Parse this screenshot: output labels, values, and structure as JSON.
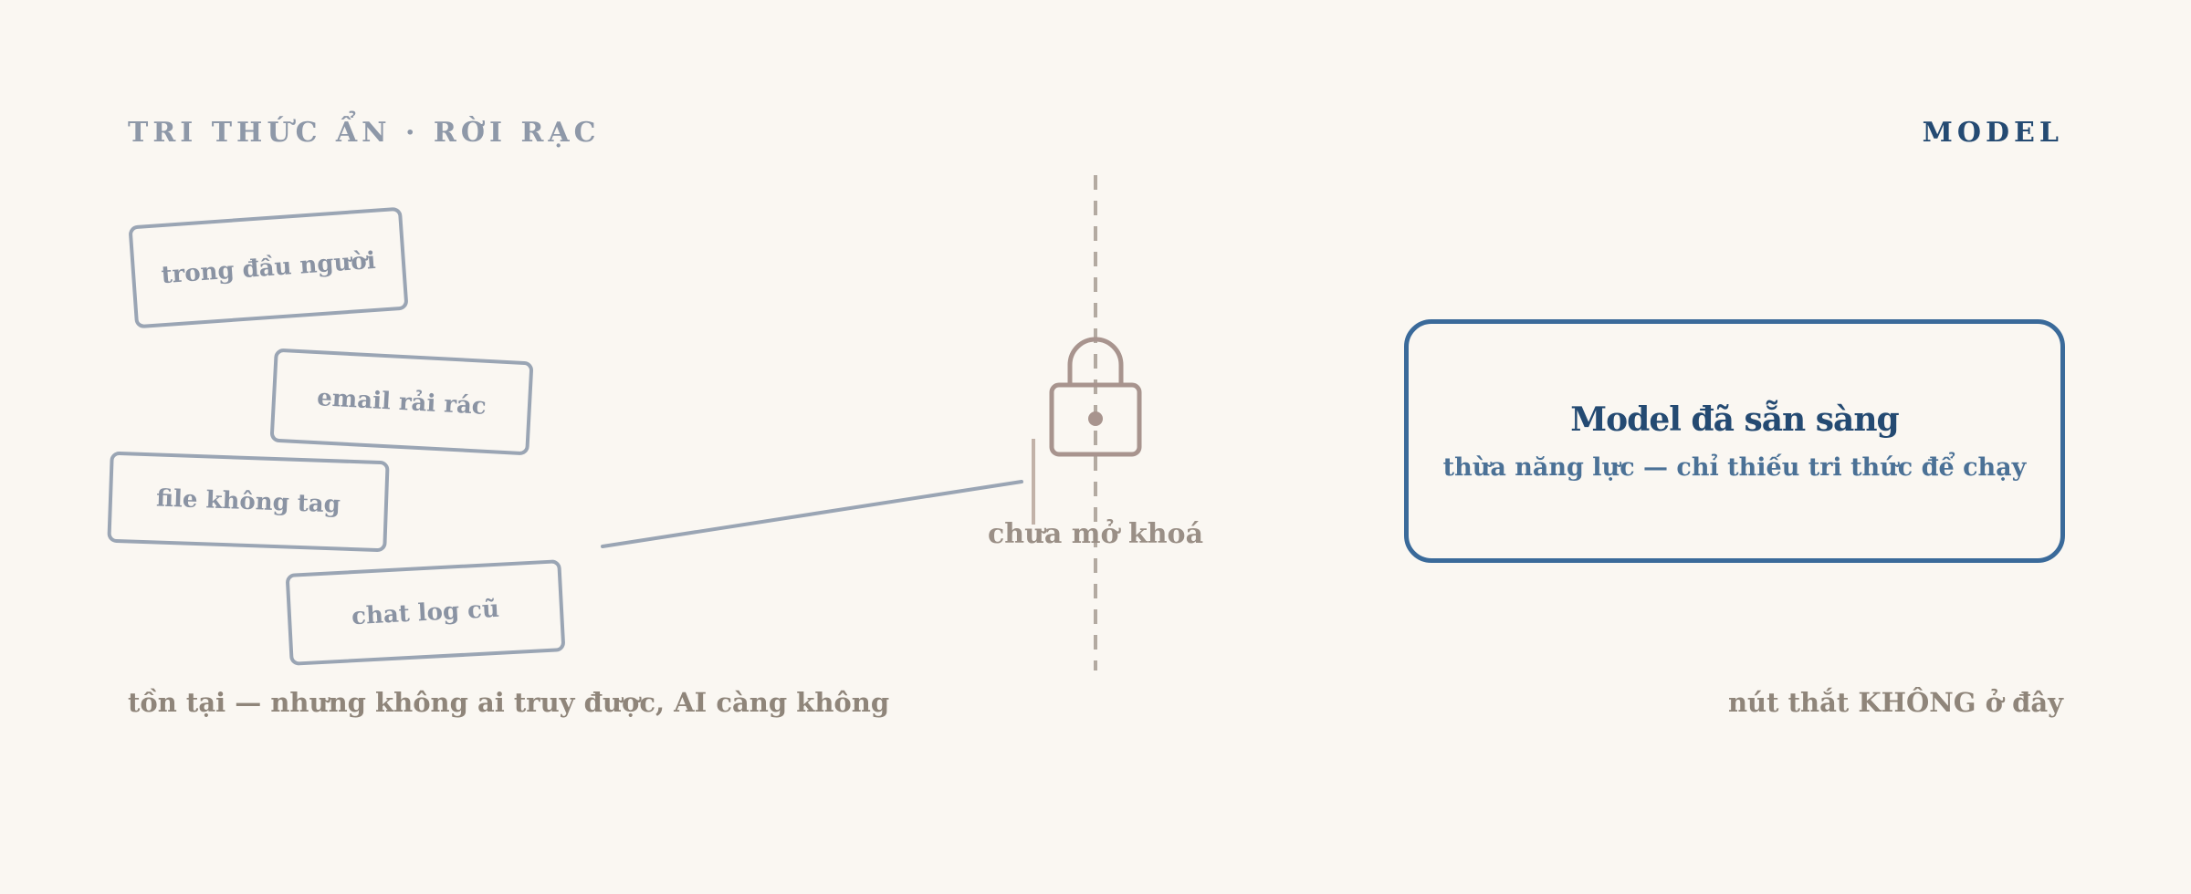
{
  "left_panel": {
    "heading": "TRI THỨC ẨN · RỜI RẠC",
    "cards": [
      {
        "label": "trong đầu người"
      },
      {
        "label": "email rải rác"
      },
      {
        "label": "file không tag"
      },
      {
        "label": "chat log cũ"
      }
    ],
    "footnote": "tồn tại — nhưng không ai truy được, AI càng không"
  },
  "center": {
    "lock_icon": "padlock-icon",
    "caption": "chưa mở khoá"
  },
  "right_panel": {
    "heading": "MODEL",
    "model_box": {
      "title": "Model đã sẵn sàng",
      "subtitle": "thừa năng lực — chỉ thiếu tri thức để chạy"
    },
    "footnote": "nút thắt KHÔNG ở đây"
  },
  "colors": {
    "background": "#faf7f2",
    "card_border": "#9aa5b4",
    "card_text": "#8a93a3",
    "model_accent": "#3a6a9a",
    "model_title": "#244a72",
    "lock": "#a8948e",
    "divider": "#b3aaa1",
    "footnote_text": "#8f857a"
  }
}
